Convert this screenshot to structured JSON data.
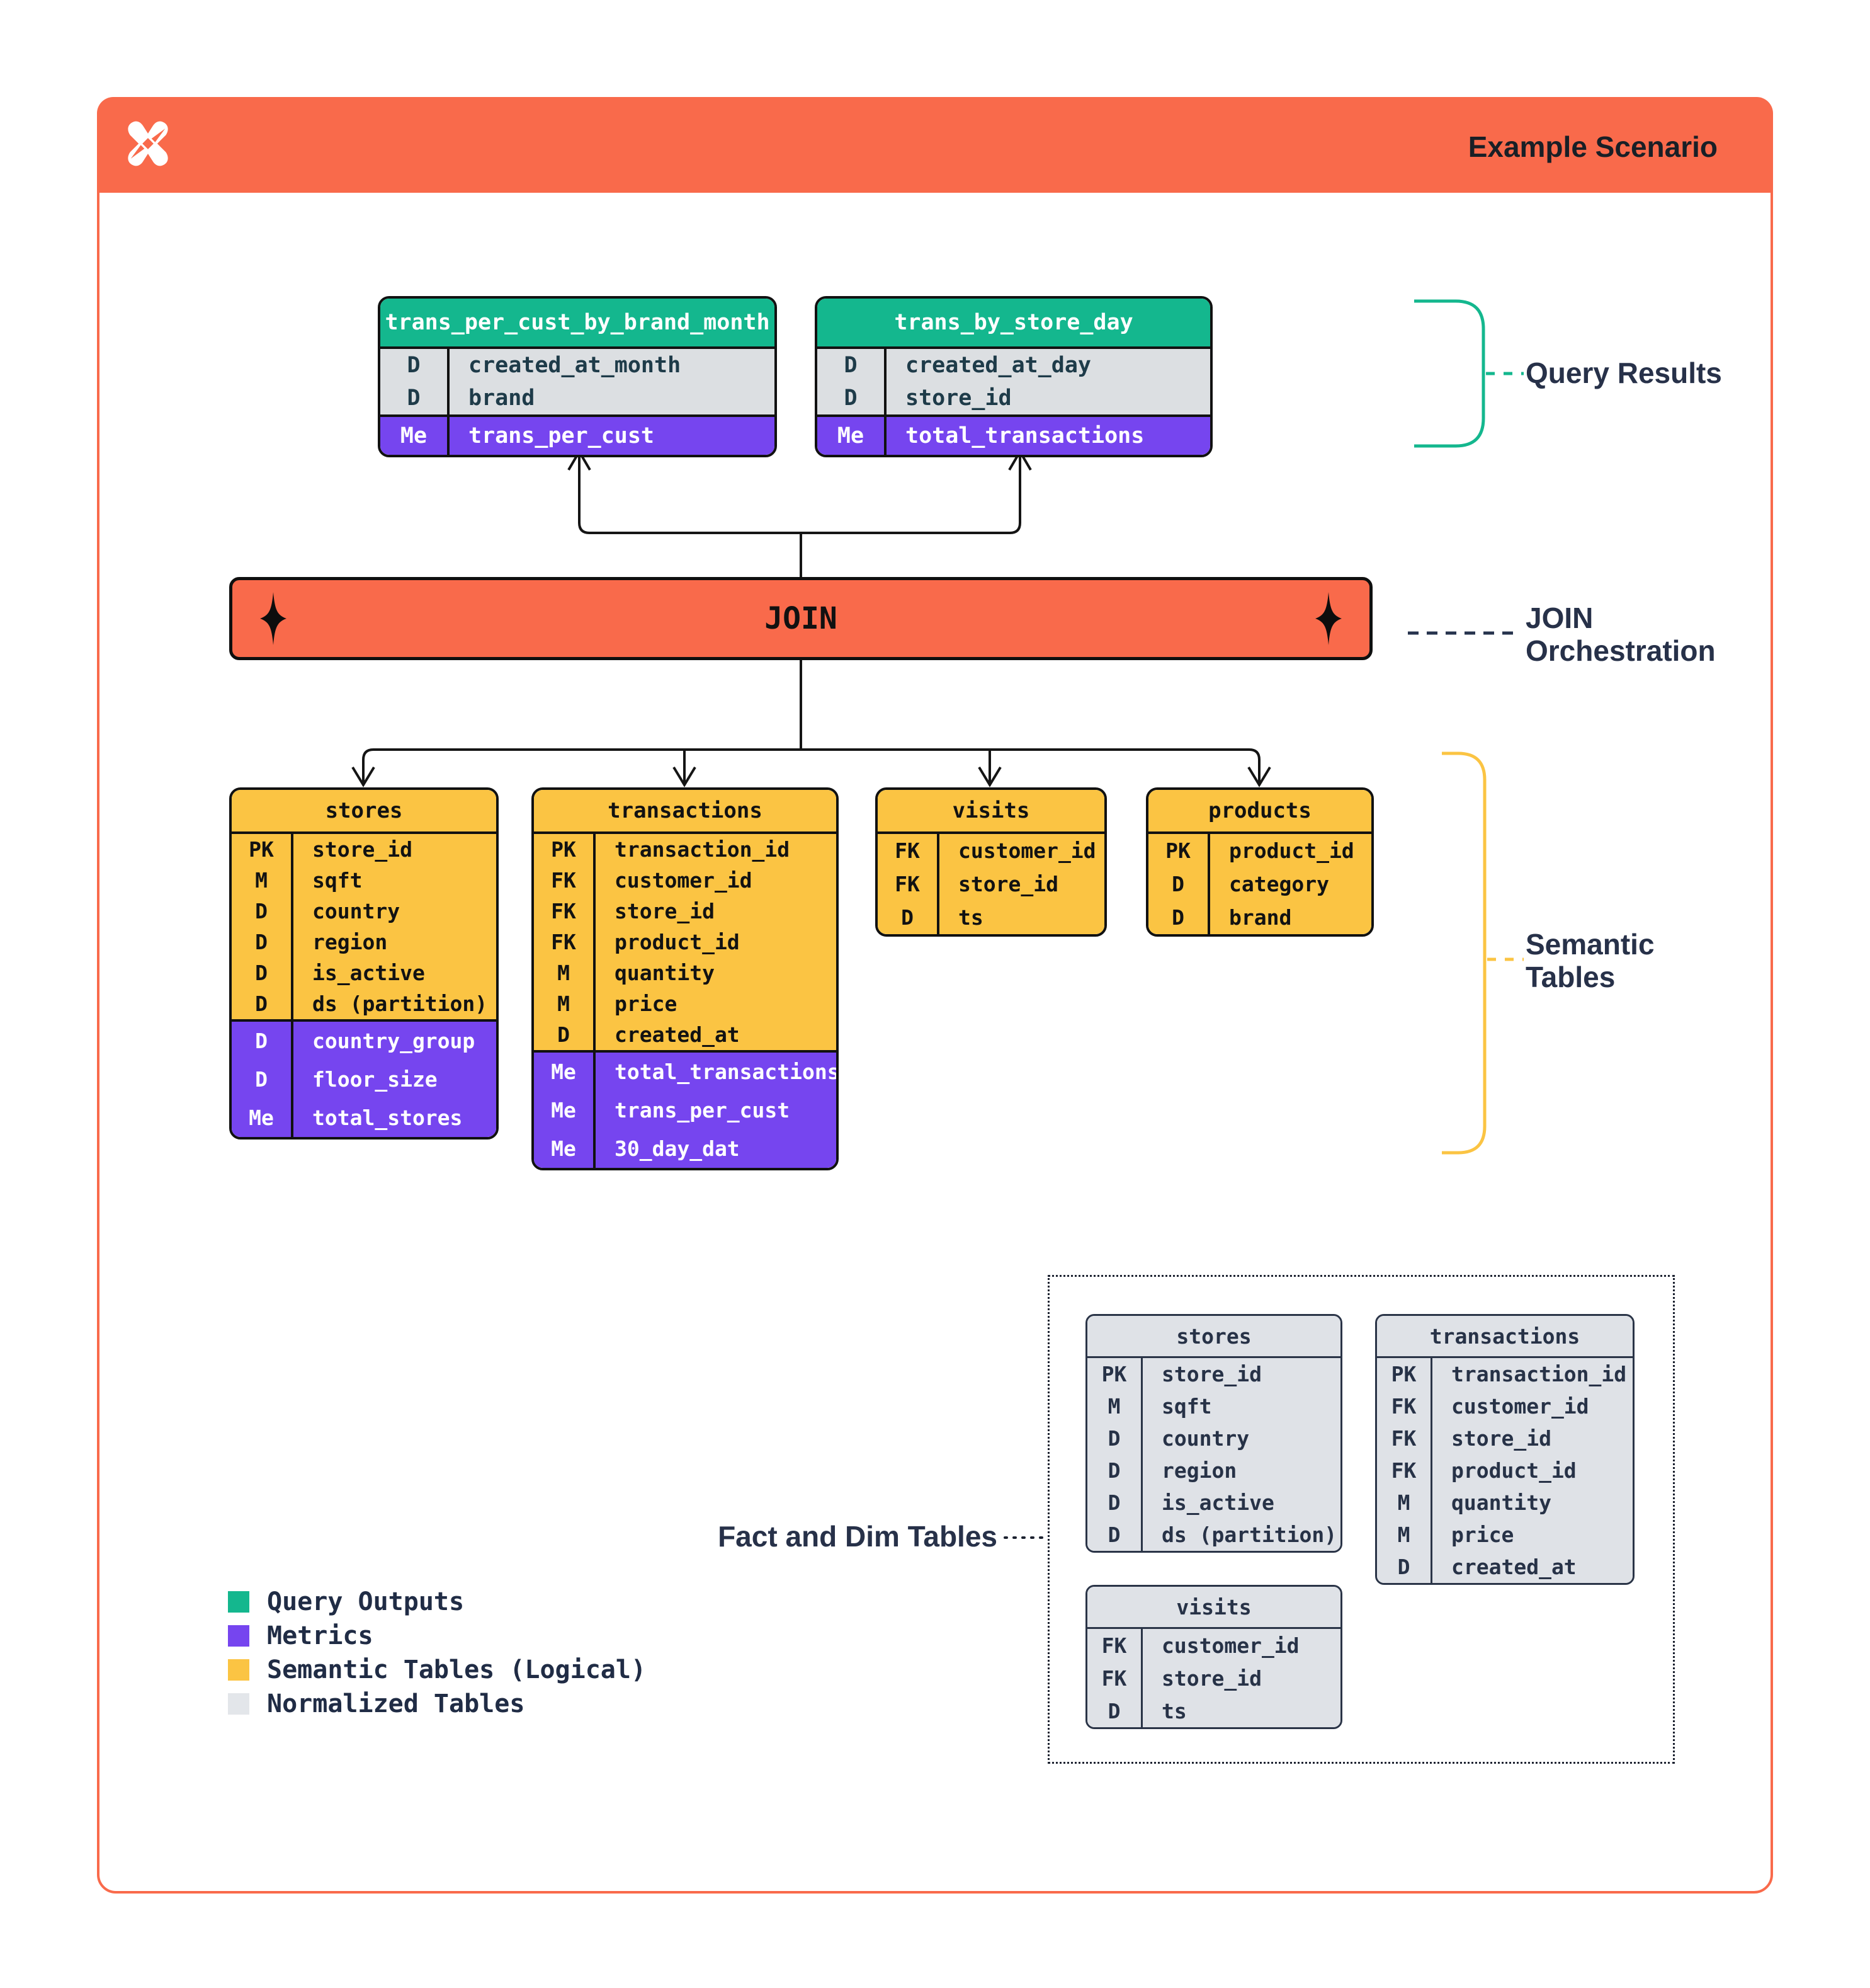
{
  "header": {
    "title": "Example Scenario",
    "logo": "x-pinwheel-logo"
  },
  "join_bar": {
    "label": "JOIN"
  },
  "annotations": {
    "query_results": "Query Results",
    "join_orchestration": "JOIN\nOrchestration",
    "semantic_tables": "Semantic\nTables",
    "fact_dim": "Fact and Dim Tables"
  },
  "colors": {
    "orange": "#f96a4b",
    "green": "#14b78e",
    "purple": "#7645ef",
    "yellow": "#fbc443",
    "gray_table": "#dfe2e7",
    "legend_gray": "#e3e6ea",
    "ink": "#111111",
    "navy": "#273149"
  },
  "tables": [
    {
      "id": "q1",
      "kind": "green",
      "name": "trans_per_cust_by_brand_month",
      "rows": [
        {
          "key": "D",
          "name": "created_at_month",
          "section": "dim"
        },
        {
          "key": "D",
          "name": "brand",
          "section": "dim"
        },
        {
          "key": "Me",
          "name": "trans_per_cust",
          "section": "metric"
        }
      ]
    },
    {
      "id": "q2",
      "kind": "green",
      "name": "trans_by_store_day",
      "rows": [
        {
          "key": "D",
          "name": "created_at_day",
          "section": "dim"
        },
        {
          "key": "D",
          "name": "store_id",
          "section": "dim"
        },
        {
          "key": "Me",
          "name": "total_transactions",
          "section": "metric"
        }
      ]
    },
    {
      "id": "stores",
      "kind": "yellow",
      "name": "stores",
      "rows": [
        {
          "key": "PK",
          "name": "store_id",
          "section": "dim"
        },
        {
          "key": "M",
          "name": "sqft",
          "section": "dim"
        },
        {
          "key": "D",
          "name": "country",
          "section": "dim"
        },
        {
          "key": "D",
          "name": "region",
          "section": "dim"
        },
        {
          "key": "D",
          "name": "is_active",
          "section": "dim"
        },
        {
          "key": "D",
          "name": "ds (partition)",
          "section": "dim"
        },
        {
          "key": "D",
          "name": "country_group",
          "section": "metric"
        },
        {
          "key": "D",
          "name": "floor_size",
          "section": "metric"
        },
        {
          "key": "Me",
          "name": "total_stores",
          "section": "metric"
        }
      ]
    },
    {
      "id": "transactions",
      "kind": "yellow",
      "name": "transactions",
      "rows": [
        {
          "key": "PK",
          "name": "transaction_id",
          "section": "dim"
        },
        {
          "key": "FK",
          "name": "customer_id",
          "section": "dim"
        },
        {
          "key": "FK",
          "name": "store_id",
          "section": "dim"
        },
        {
          "key": "FK",
          "name": "product_id",
          "section": "dim"
        },
        {
          "key": "M",
          "name": "quantity",
          "section": "dim"
        },
        {
          "key": "M",
          "name": "price",
          "section": "dim"
        },
        {
          "key": "D",
          "name": "created_at",
          "section": "dim"
        },
        {
          "key": "Me",
          "name": "total_transactions",
          "section": "metric"
        },
        {
          "key": "Me",
          "name": "trans_per_cust",
          "section": "metric"
        },
        {
          "key": "Me",
          "name": "30_day_dat",
          "section": "metric"
        }
      ]
    },
    {
      "id": "visits",
      "kind": "yellow",
      "name": "visits",
      "rows": [
        {
          "key": "FK",
          "name": "customer_id",
          "section": "dim"
        },
        {
          "key": "FK",
          "name": "store_id",
          "section": "dim"
        },
        {
          "key": "D",
          "name": "ts",
          "section": "dim"
        }
      ]
    },
    {
      "id": "products",
      "kind": "yellow",
      "name": "products",
      "rows": [
        {
          "key": "PK",
          "name": "product_id",
          "section": "dim"
        },
        {
          "key": "D",
          "name": "category",
          "section": "dim"
        },
        {
          "key": "D",
          "name": "brand",
          "section": "dim"
        }
      ]
    },
    {
      "id": "stores_n",
      "kind": "gray",
      "name": "stores",
      "rows": [
        {
          "key": "PK",
          "name": "store_id",
          "section": "dim"
        },
        {
          "key": "M",
          "name": "sqft",
          "section": "dim"
        },
        {
          "key": "D",
          "name": "country",
          "section": "dim"
        },
        {
          "key": "D",
          "name": "region",
          "section": "dim"
        },
        {
          "key": "D",
          "name": "is_active",
          "section": "dim"
        },
        {
          "key": "D",
          "name": "ds (partition)",
          "section": "dim"
        }
      ]
    },
    {
      "id": "transactions_n",
      "kind": "gray",
      "name": "transactions",
      "rows": [
        {
          "key": "PK",
          "name": "transaction_id",
          "section": "dim"
        },
        {
          "key": "FK",
          "name": "customer_id",
          "section": "dim"
        },
        {
          "key": "FK",
          "name": "store_id",
          "section": "dim"
        },
        {
          "key": "FK",
          "name": "product_id",
          "section": "dim"
        },
        {
          "key": "M",
          "name": "quantity",
          "section": "dim"
        },
        {
          "key": "M",
          "name": "price",
          "section": "dim"
        },
        {
          "key": "D",
          "name": "created_at",
          "section": "dim"
        }
      ]
    },
    {
      "id": "visits_n",
      "kind": "gray",
      "name": "visits",
      "rows": [
        {
          "key": "FK",
          "name": "customer_id",
          "section": "dim"
        },
        {
          "key": "FK",
          "name": "store_id",
          "section": "dim"
        },
        {
          "key": "D",
          "name": "ts",
          "section": "dim"
        }
      ]
    }
  ],
  "legend": {
    "items": [
      {
        "label": "Query Outputs",
        "color_key": "green"
      },
      {
        "label": "Metrics",
        "color_key": "purple"
      },
      {
        "label": "Semantic Tables (Logical)",
        "color_key": "yellow"
      },
      {
        "label": "Normalized Tables",
        "color_key": "legend_gray"
      }
    ]
  }
}
